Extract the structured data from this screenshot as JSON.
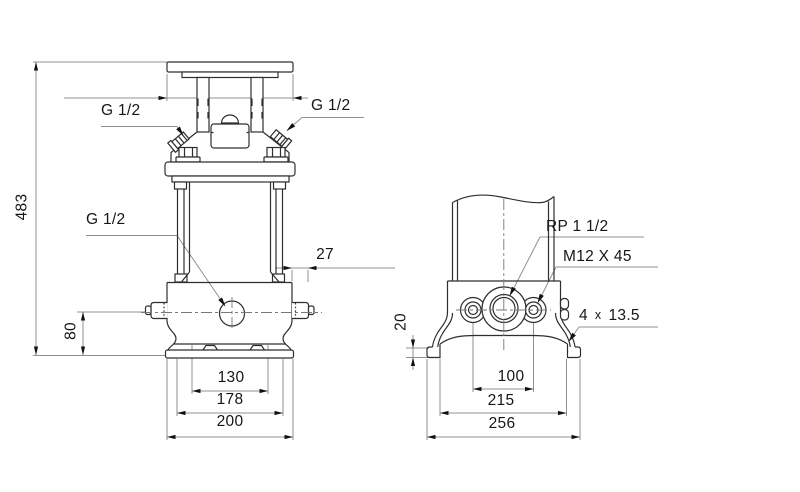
{
  "drawing": {
    "background": "#ffffff",
    "object_line_color": "#2e2e2e",
    "dimension_line_color": "#909090",
    "centerline_color": "#777777",
    "arrow_color": "#111111",
    "text_color": "#161616"
  },
  "front_view": {
    "labels": {
      "height_total": "483",
      "vent_plug_left": "G 1/2",
      "vent_plug_right": "G 1/2",
      "drain_plug": "G 1/2",
      "port_offset": "27",
      "port_height": "80",
      "bolt_span_inner": "130",
      "base_mid_width": "178",
      "base_width": "200"
    }
  },
  "side_view": {
    "labels": {
      "foot_height": "20",
      "port_bolt_spacing": "100",
      "foot_span": "215",
      "base_width": "256",
      "port_thread": "RP 1 1/2",
      "bolt_spec": "M12 X 45",
      "holes_count": "4",
      "holes_multiplier": "x",
      "holes_diameter": "13.5"
    }
  }
}
